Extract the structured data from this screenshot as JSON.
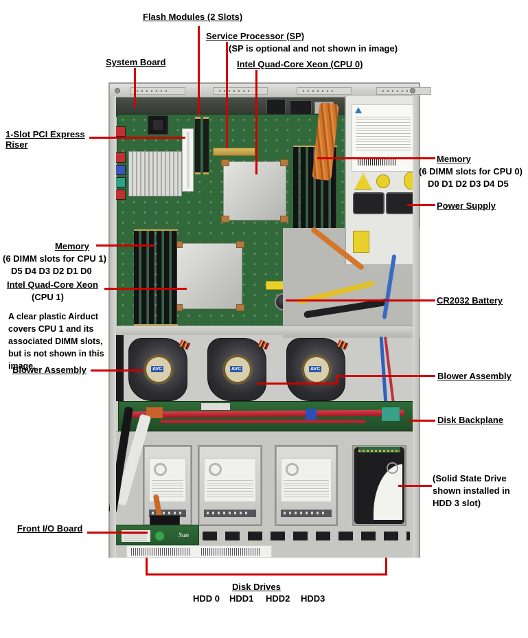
{
  "title": "Server top view component callout diagram",
  "colors": {
    "callout_line": "#cf0000",
    "label_text": "#000000",
    "pcb_green": "#31693a",
    "chassis_gray": "#c6c6c2"
  },
  "callouts": {
    "top": {
      "flash_modules": "Flash Modules (2 Slots)",
      "service_processor": "Service Processor (SP)",
      "service_processor_note": "(SP is optional and not shown in image)",
      "system_board": "System Board",
      "cpu0": "Intel Quad-Core Xeon (CPU 0)"
    },
    "left": {
      "pci_riser": "1-Slot PCI Express Riser",
      "memory_title": "Memory",
      "memory_line2": "(6 DIMM slots for CPU 1)",
      "memory_line3": "D5 D4 D3 D2 D1 D0",
      "cpu1_title": "Intel Quad-Core Xeon",
      "cpu1_line2": "(CPU 1)",
      "airduct_note": "A clear plastic Airduct covers CPU 1 and its associated DIMM slots, but is not shown in this image.",
      "blower": "Blower Assembly",
      "front_io": "Front I/O Board"
    },
    "right": {
      "memory_title": "Memory",
      "memory_line2": "(6 DIMM slots for CPU 0)",
      "memory_line3": "D0 D1 D2 D3 D4 D5",
      "power_supply": "Power Supply",
      "cr2032": "CR2032 Battery",
      "blower": "Blower Assembly",
      "disk_backplane": "Disk Backplane",
      "ssd_note": "(Solid State Drive shown installed in HDD 3 slot)"
    },
    "bottom": {
      "disk_drives_title": "Disk Drives",
      "drives": [
        "HDD 0",
        "HDD1",
        "HDD2",
        "HDD3"
      ]
    }
  },
  "photo": {
    "blower_logo": "AVC",
    "sun_logo": "Sun"
  }
}
